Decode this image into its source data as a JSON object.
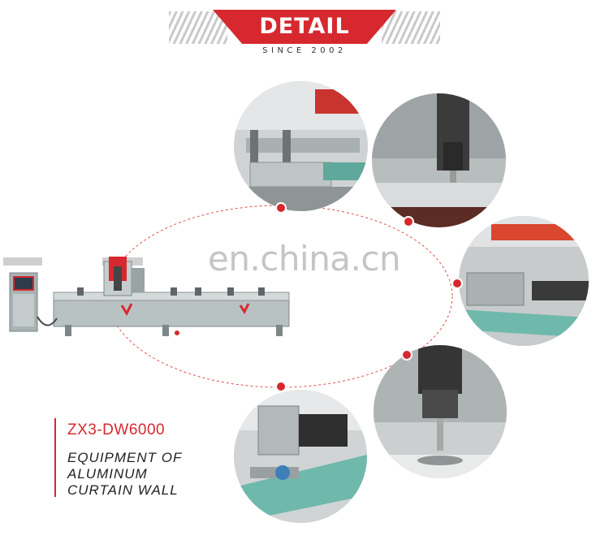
{
  "header": {
    "title": "DETAIL",
    "subtitle": "SINCE 2002"
  },
  "watermark": "en.china.cn",
  "product": {
    "model": "ZX3-DW6000",
    "description_lines": [
      "EQUIPMENT OF",
      "ALUMINUM",
      "CURTAIN WALL"
    ]
  },
  "colors": {
    "accent": "#d7282f",
    "machine_body": "#b9c2c3",
    "profile_teal": "#6fb8ac",
    "spindle_dark": "#3b3b3b"
  },
  "detail_photos": [
    "clamp-assembly-photo",
    "spindle-drilling-photo",
    "profile-rail-photo",
    "milling-cutter-photo",
    "clamp-cylinder-photo"
  ]
}
